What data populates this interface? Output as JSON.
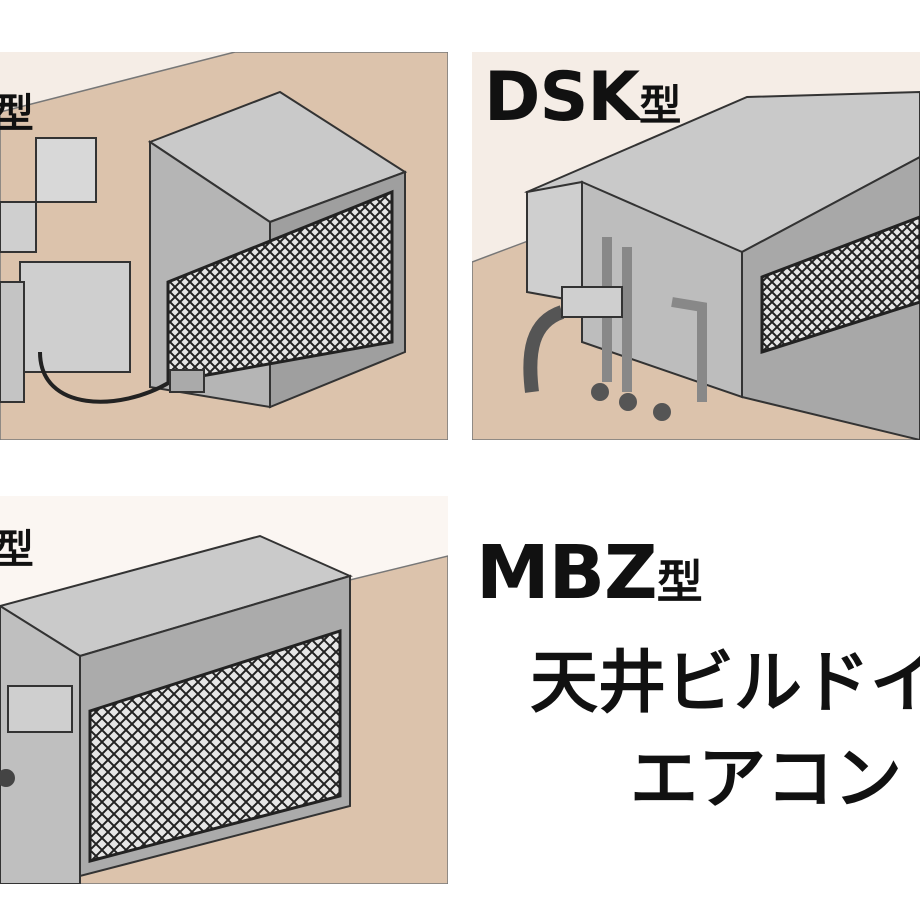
{
  "panels": [
    {
      "id": "top-left",
      "label_main": "",
      "label_suffix": "型"
    },
    {
      "id": "top-right",
      "label_main": "DSK",
      "label_suffix": "型"
    },
    {
      "id": "bottom-left",
      "label_main": "",
      "label_suffix": "型"
    }
  ],
  "featured": {
    "label_main": "MBZ",
    "label_suffix": "型",
    "description_line1": "天井ビルドイ",
    "description_line2": "エアコン"
  },
  "colors": {
    "floor": "#dcc3ac",
    "wall": "#f5ede6",
    "unit_gray": "#bdbdbd",
    "unit_outline": "#333333",
    "grille": "#2a2a2a"
  }
}
